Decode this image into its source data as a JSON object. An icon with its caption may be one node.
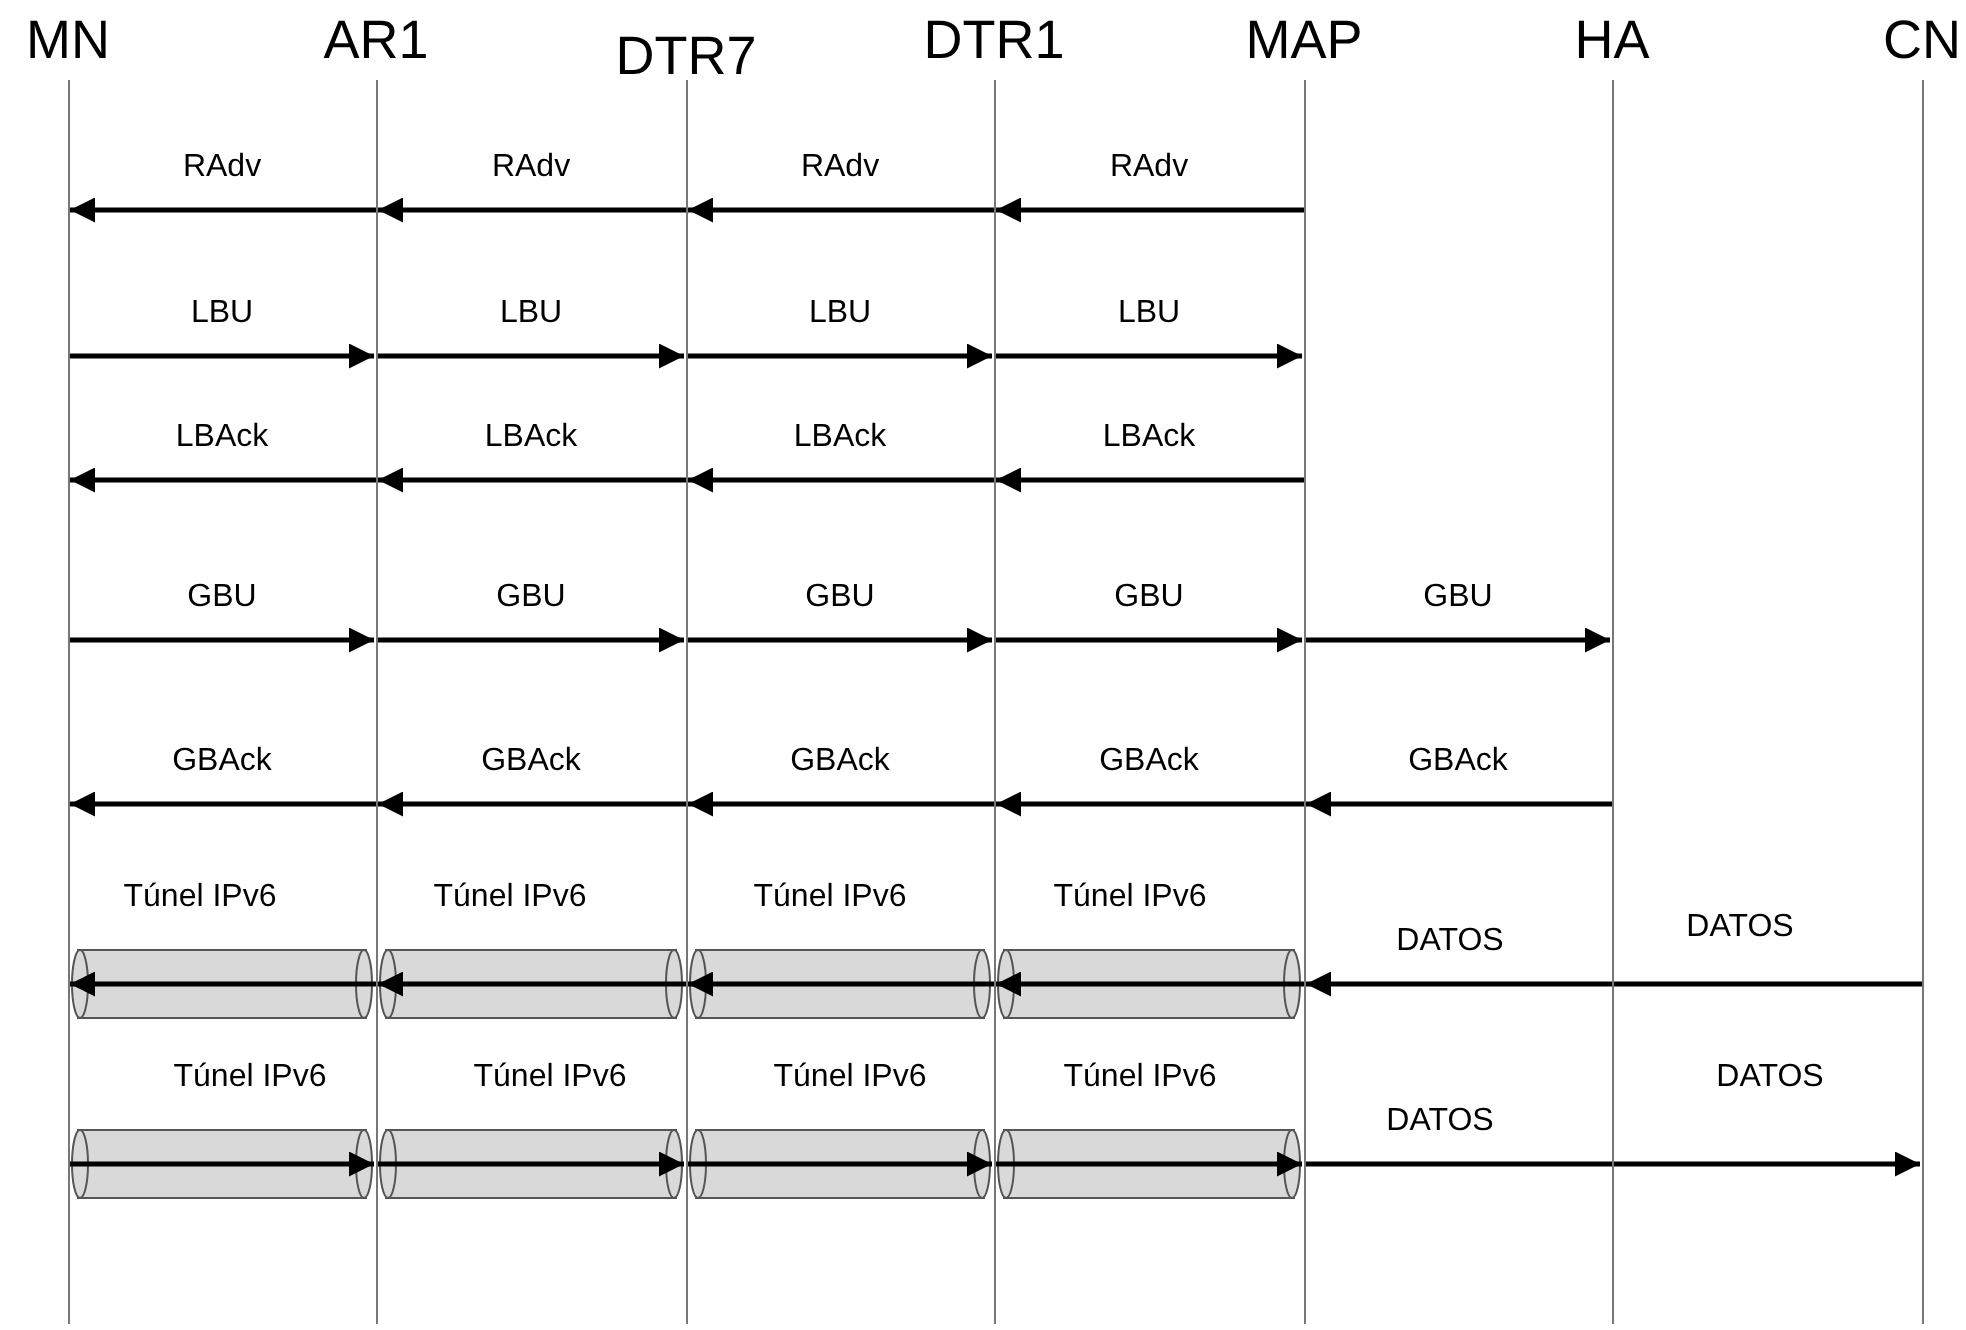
{
  "diagram": {
    "nodes": [
      {
        "text": [
          "MN"
        ]
      },
      {
        "text": [
          "AR1"
        ]
      },
      {
        "text": [
          "DTR7"
        ]
      },
      {
        "text": [
          "DTR1"
        ]
      },
      {
        "text": [
          "MAP"
        ]
      },
      {
        "text": [
          "HA"
        ]
      },
      {
        "text": [
          "CN"
        ]
      }
    ],
    "edges": [
      {
        "from": 1,
        "to": 0,
        "arrow": "to",
        "label": "RAdv"
      },
      {
        "from": 2,
        "to": 1,
        "arrow": "to",
        "label": "RAdv"
      },
      {
        "from": 3,
        "to": 2,
        "arrow": "to",
        "label": "RAdv"
      },
      {
        "from": 4,
        "to": 3,
        "arrow": "to",
        "label": "RAdv"
      },
      {
        "from": 0,
        "to": 1,
        "arrow": "to",
        "label": "LBU"
      },
      {
        "from": 1,
        "to": 2,
        "arrow": "to",
        "label": "LBU"
      },
      {
        "from": 2,
        "to": 3,
        "arrow": "to",
        "label": "LBU"
      },
      {
        "from": 3,
        "to": 4,
        "arrow": "to",
        "label": "LBU"
      },
      {
        "from": 1,
        "to": 0,
        "arrow": "to",
        "label": "LBAck"
      },
      {
        "from": 2,
        "to": 1,
        "arrow": "to",
        "label": "LBAck"
      },
      {
        "from": 3,
        "to": 2,
        "arrow": "to",
        "label": "LBAck"
      },
      {
        "from": 4,
        "to": 3,
        "arrow": "to",
        "label": "LBAck"
      },
      {
        "from": 0,
        "to": 1,
        "arrow": "to",
        "label": "GBU"
      },
      {
        "from": 1,
        "to": 2,
        "arrow": "to",
        "label": "GBU"
      },
      {
        "from": 2,
        "to": 3,
        "arrow": "to",
        "label": "GBU"
      },
      {
        "from": 3,
        "to": 4,
        "arrow": "to",
        "label": "GBU"
      },
      {
        "from": 4,
        "to": 5,
        "arrow": "to",
        "label": "GBU"
      },
      {
        "from": 1,
        "to": 0,
        "arrow": "to",
        "label": "GBAck"
      },
      {
        "from": 2,
        "to": 1,
        "arrow": "to",
        "label": "GBAck"
      },
      {
        "from": 3,
        "to": 2,
        "arrow": "to",
        "label": "GBAck"
      },
      {
        "from": 4,
        "to": 3,
        "arrow": "to",
        "label": "GBAck"
      },
      {
        "from": 5,
        "to": 4,
        "arrow": "to",
        "label": "GBAck"
      },
      {
        "from": 1,
        "to": 0,
        "arrow": "to",
        "label": "Túnel IPv6"
      },
      {
        "from": 2,
        "to": 1,
        "arrow": "to",
        "label": "Túnel IPv6"
      },
      {
        "from": 3,
        "to": 2,
        "arrow": "to",
        "label": "Túnel IPv6"
      },
      {
        "from": 4,
        "to": 3,
        "arrow": "to",
        "label": "Túnel IPv6"
      },
      {
        "from": 6,
        "to": 4,
        "arrow": "to",
        "label": "DATOS"
      },
      {
        "from": 0,
        "to": 1,
        "arrow": "to",
        "label": "Túnel IPv6"
      },
      {
        "from": 1,
        "to": 2,
        "arrow": "to",
        "label": "Túnel IPv6"
      },
      {
        "from": 2,
        "to": 3,
        "arrow": "to",
        "label": "Túnel IPv6"
      },
      {
        "from": 3,
        "to": 4,
        "arrow": "to",
        "label": "Túnel IPv6"
      },
      {
        "from": 4,
        "to": 6,
        "arrow": "to",
        "label": "DATOS"
      }
    ],
    "labels": [
      "DATOS",
      "DATOS"
    ]
  }
}
